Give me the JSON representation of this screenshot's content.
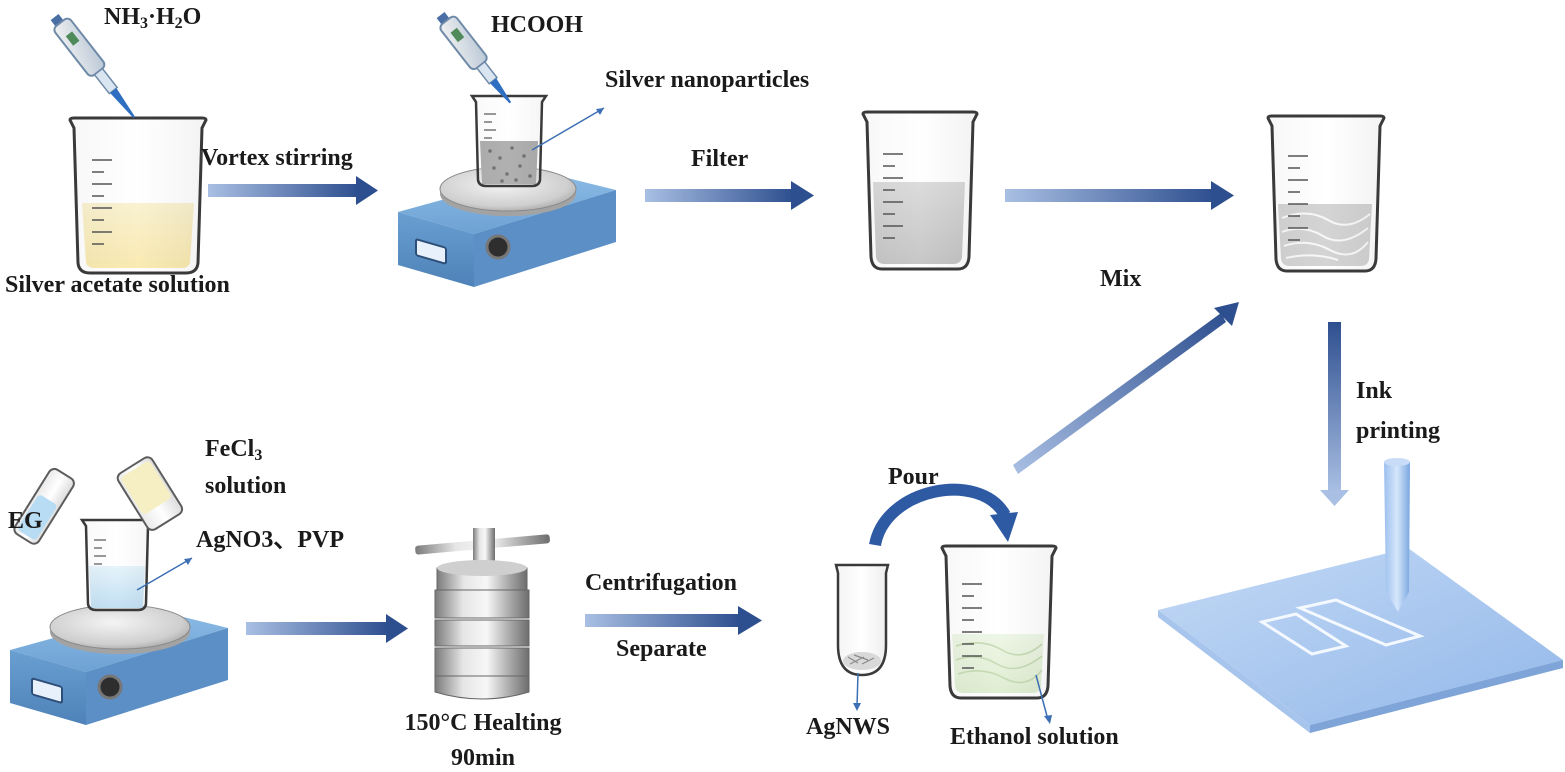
{
  "labels": {
    "nh3_name": "NH",
    "nh3_sub1": "3",
    "nh3_mid": "·H",
    "nh3_sub2": "2",
    "nh3_end": "O",
    "hcooh": "HCOOH",
    "silver_nanoparticles": "Silver nanoparticles",
    "vortex_stirring": "Vortex stirring",
    "filter": "Filter",
    "silver_acetate_solution": "Silver acetate solution",
    "mix": "Mix",
    "ink_line1": "Ink",
    "ink_line2": "printing",
    "fecl_name": "FeCl",
    "fecl_sub": "3",
    "fecl_line2": "solution",
    "eg": "EG",
    "agno3_pvp": "AgNO3、PVP",
    "pour": "Pour",
    "centrifugation": "Centrifugation",
    "separate": "Separate",
    "heating_line1": "150°C Healting",
    "heating_line2": "90min",
    "agnws": "AgNWS",
    "ethanol_solution": "Ethanol solution"
  },
  "colors": {
    "arrow_dark": "#2e4f8f",
    "arrow_light": "#8aa6d6",
    "stirrer_base": "#6fa3d6",
    "yellow_solution": "#f7e7a5",
    "grey_solution": "#b4b4b4",
    "green_solution": "#d9eccb",
    "substrate": "#a9c8f0"
  },
  "icons": [
    "pipette-icon",
    "beaker-icon",
    "magnetic-stirrer-icon",
    "autoclave-icon",
    "test-tube-icon",
    "print-nozzle-icon",
    "substrate-icon"
  ]
}
